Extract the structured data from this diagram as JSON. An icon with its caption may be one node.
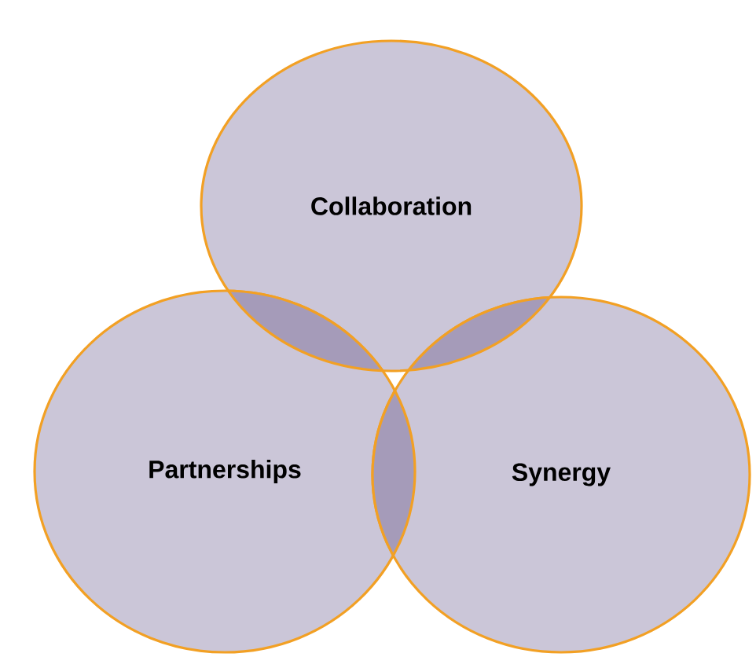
{
  "diagram": {
    "nodes": [
      {
        "text": [
          "Collaboration"
        ]
      },
      {
        "text": [
          "Partnerships"
        ]
      },
      {
        "text": [
          "Synergy"
        ]
      }
    ]
  }
}
